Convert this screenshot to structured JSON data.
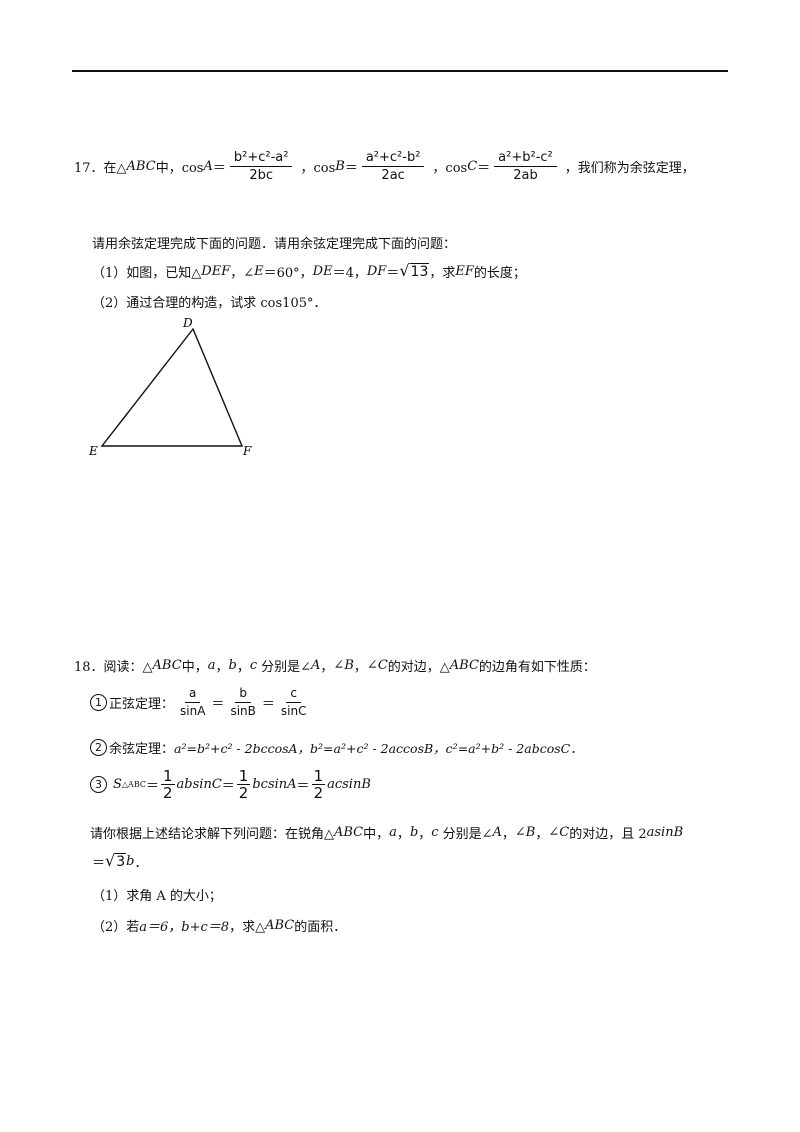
{
  "q17": {
    "number": "17．",
    "intro_a": "在△",
    "abc": "ABC",
    "intro_b": "中，cos",
    "A": "A",
    "eq": "＝",
    "cosA_num": "b²+c²-a²",
    "cosA_den": "2bc",
    "comma1": "，cos",
    "B": "B",
    "cosB_num": "a²+c²-b²",
    "cosB_den": "2ac",
    "comma2": "，cos",
    "C": "C",
    "cosC_num": "a²+b²-c²",
    "cosC_den": "2ab",
    "tail": "，我们称为余弦定理，",
    "line2": "请用余弦定理完成下面的问题．请用余弦定理完成下面的问题：",
    "p1_a": "（1）如图，已知△",
    "p1_def": "DEF",
    "p1_b": "，∠",
    "p1_E": "E",
    "p1_c": "＝60°，",
    "p1_DE": "DE",
    "p1_d": "＝4，",
    "p1_DF": "DF",
    "p1_e": "＝",
    "p1_sqrt": "13",
    "p1_f": "，求",
    "p1_EF": "EF",
    "p1_g": "的长度；",
    "p2": "（2）通过合理的构造，试求 cos105°．",
    "figure": {
      "D": "D",
      "E": "E",
      "F": "F"
    }
  },
  "q18": {
    "number": "18．",
    "intro_a": "阅读：△",
    "abc": "ABC",
    "intro_b": "中，",
    "a": "a",
    "b": "b",
    "c": "c",
    "sep": "，",
    "intro_c": "分别是∠",
    "A": "A",
    "B": "B",
    "C": "C",
    "intro_d": "的对边，△",
    "intro_e": "的边角有如下性质：",
    "item1_circ": "1",
    "item1_label": "正弦定理：",
    "sin_a_num": "a",
    "sin_a_den": "sinA",
    "sin_b_num": "b",
    "sin_b_den": "sinB",
    "sin_c_num": "c",
    "sin_c_den": "sinC",
    "eq": "＝",
    "item2_circ": "2",
    "item2_label": "余弦定理：",
    "item2_formula": "a²=b²+c² - 2bccosA，b²=a²+c² - 2accosB，c²=a²+b² - 2abcosC．",
    "item3_circ": "3",
    "item3_S": "S",
    "item3_sub": "△ABC",
    "half_num": "1",
    "half_den": "2",
    "area1": "absinC",
    "area2": "bcsinA",
    "area3": "acsinB",
    "ask_a": "请你根据上述结论求解下列问题：在锐角△",
    "ask_b": "中，",
    "ask_c": "分别是∠",
    "ask_d": "的对边，且 2",
    "ask_asinB": "asinB",
    "ask_e": "＝",
    "ask_sqrt": "3",
    "ask_b2": "b",
    "ask_end": "．",
    "p1": "（1）求角 A 的大小；",
    "p2_a": "（2）若 ",
    "p2_eq1": "a＝6，b+c＝8",
    "p2_b": "，求△",
    "p2_c": "的面积．"
  }
}
